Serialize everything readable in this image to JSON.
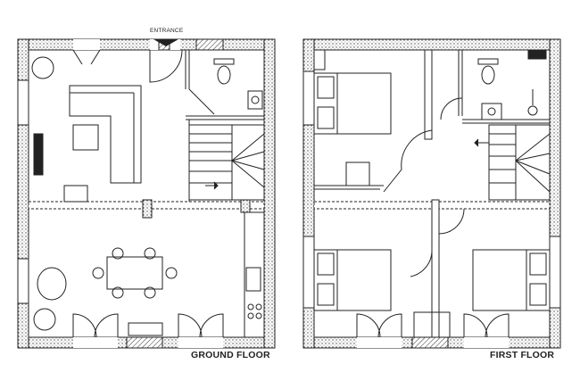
{
  "labels": {
    "entrance": "ENTRANCE",
    "ground_floor": "GROUND FLOOR",
    "first_floor": "FIRST FLOOR"
  },
  "colors": {
    "line": "#222222",
    "wall_fill": "#d8d8d8"
  }
}
